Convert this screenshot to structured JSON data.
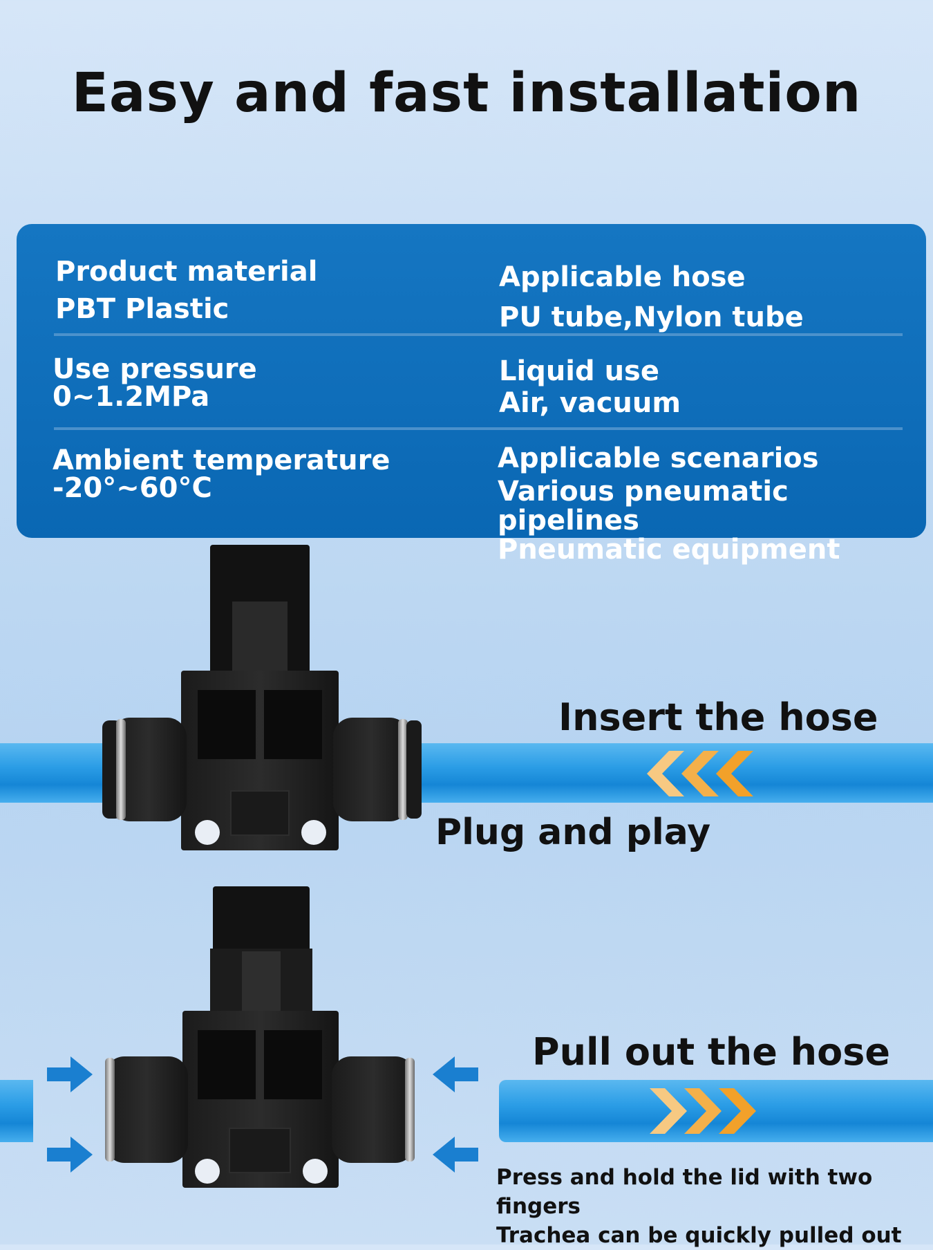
{
  "title": "Easy and fast installation",
  "specs": {
    "material": {
      "label": "Product material",
      "value": "PBT Plastic"
    },
    "hose": {
      "label": "Applicable hose",
      "value": "PU tube,Nylon tube"
    },
    "pressure": {
      "label": "Use pressure",
      "value": "0~1.2MPa"
    },
    "liquid": {
      "label": "Liquid use",
      "value": "Air, vacuum"
    },
    "temperature": {
      "label": "Ambient temperature",
      "value": "-20°~60°C"
    },
    "scenarios": {
      "label": "Applicable scenarios",
      "value1": "Various pneumatic pipelines",
      "value2": "Pneumatic equipment"
    }
  },
  "steps": {
    "insert": "Insert the hose",
    "plug": "Plug and play",
    "pull": "Pull out the hose",
    "note1": "Press and hold the lid with two fingers",
    "note2": "Trachea can be quickly pulled out"
  },
  "colors": {
    "panel": "#0a67b3",
    "hose": "#2b9de6",
    "arrow": "#f2a93a",
    "push-arrow": "#1a7fd0"
  }
}
